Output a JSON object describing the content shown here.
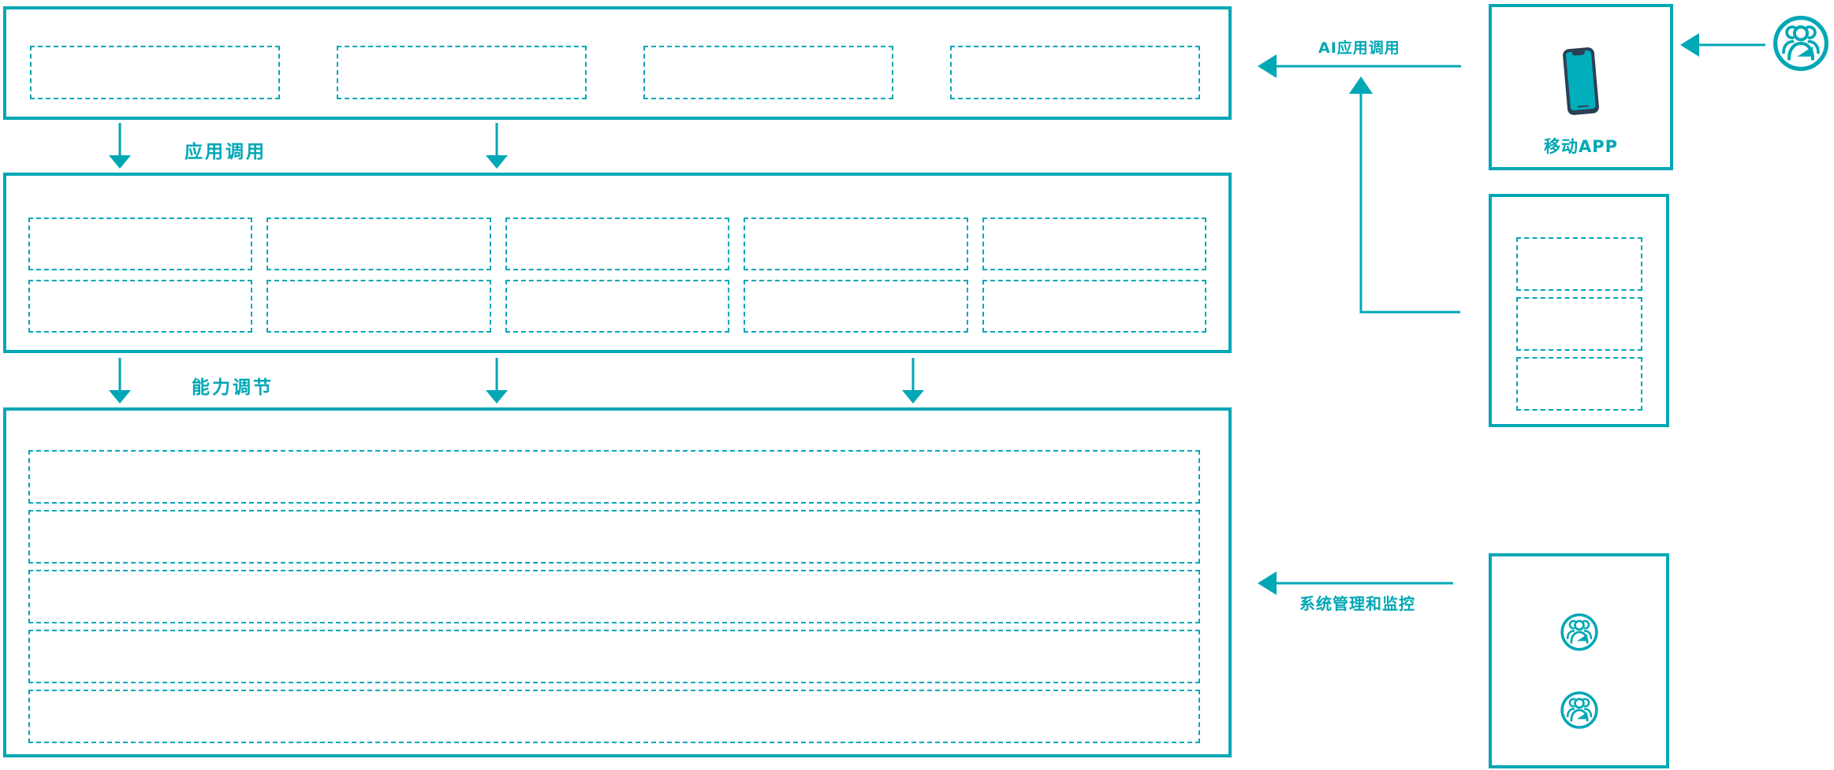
{
  "colors": {
    "teal": "#00a7b5",
    "phone_dark": "#2b4055",
    "phone_screen": "#00aebc",
    "background": "#ffffff"
  },
  "labels": {
    "app_call": "应用调用",
    "capability_adjust": "能力调节",
    "ai_app_call": "AI应用调用",
    "system_management": "系统管理和监控",
    "mobile_app": "移动APP"
  },
  "structure": {
    "top_box_placeholders": 4,
    "middle_box_placeholders": 10,
    "bottom_box_rows": 5,
    "sdk_box_placeholders": 3,
    "admin_box_user_icons": 2
  },
  "icons": {
    "mobile_phone": "mobile-phone-icon",
    "user_group": "user-group-icon"
  }
}
